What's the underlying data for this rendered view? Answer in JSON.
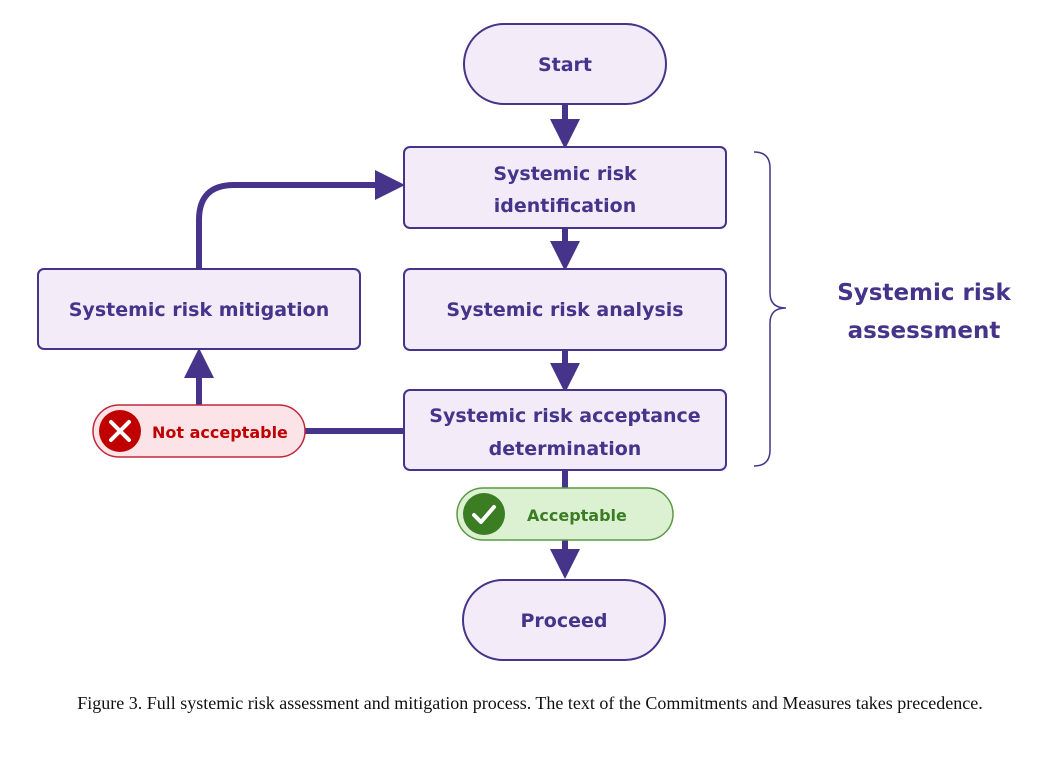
{
  "diagram": {
    "nodes": {
      "start": "Start",
      "identification": [
        "Systemic risk",
        "identification"
      ],
      "analysis": "Systemic risk analysis",
      "acceptance": [
        "Systemic risk acceptance",
        "determination"
      ],
      "mitigation": "Systemic risk mitigation",
      "proceed": "Proceed"
    },
    "badges": {
      "not_acceptable": "Not acceptable",
      "acceptable": "Acceptable"
    },
    "bracket_label": [
      "Systemic risk",
      "assessment"
    ],
    "colors": {
      "primary": "#45348a",
      "node_fill": "#f3ebf8",
      "reject_fill": "#fbe3e8",
      "reject_stroke": "#c0283a",
      "reject_icon": "#c00000",
      "accept_fill": "#dcf0d2",
      "accept_stroke": "#5a9a44",
      "accept_icon": "#3a7d23"
    }
  },
  "caption": "Figure 3. Full systemic risk assessment and mitigation process. The text of the Commitments and Measures takes precedence."
}
